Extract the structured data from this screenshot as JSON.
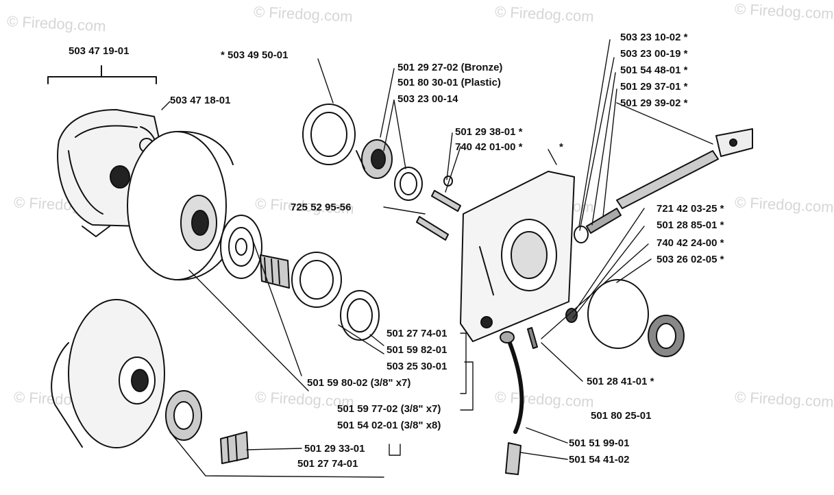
{
  "watermark": "© Firedog.com",
  "labels": {
    "assembly_top": "503 47 19-01",
    "shoe": "503 47 18-01",
    "washer_top": "* 503 49 50-01",
    "bronze": "501 29 27-02 (Bronze)",
    "plastic": "501 80 30-01 (Plastic)",
    "washer_small": "503 23 00-14",
    "screw_a": "501 29 38-01 *",
    "screw_b": "740 42 01-00 *",
    "screw_c": "725 52 95-56",
    "top_star": "*",
    "r1": "503 23 10-02 *",
    "r2": "503 23 00-19 *",
    "r3": "501 54 48-01 *",
    "r4": "501 29 37-01 *",
    "r5": "501 29 39-02 *",
    "r6": "721 42 03-25 *",
    "r7": "501 28 85-01 *",
    "r8": "740 42 24-00 *",
    "r9": "503 26 02-05 *",
    "c1": "501 27 74-01",
    "c2": "501 59 82-01",
    "c3": "503 25 30-01",
    "c4": "501 59 80-02 (3/8\" x7)",
    "c5": "501 59 77-02 (3/8\" x7)",
    "c6": "501 54 02-01 (3/8\" x8)",
    "bearing": "501 29 33-01",
    "bottom_cut": "501 27 74-01",
    "bolt": "501 28 41-01 *",
    "hose_grp": "501 80 25-01",
    "hose": "501 51 99-01",
    "filter": "501 54 41-02"
  }
}
